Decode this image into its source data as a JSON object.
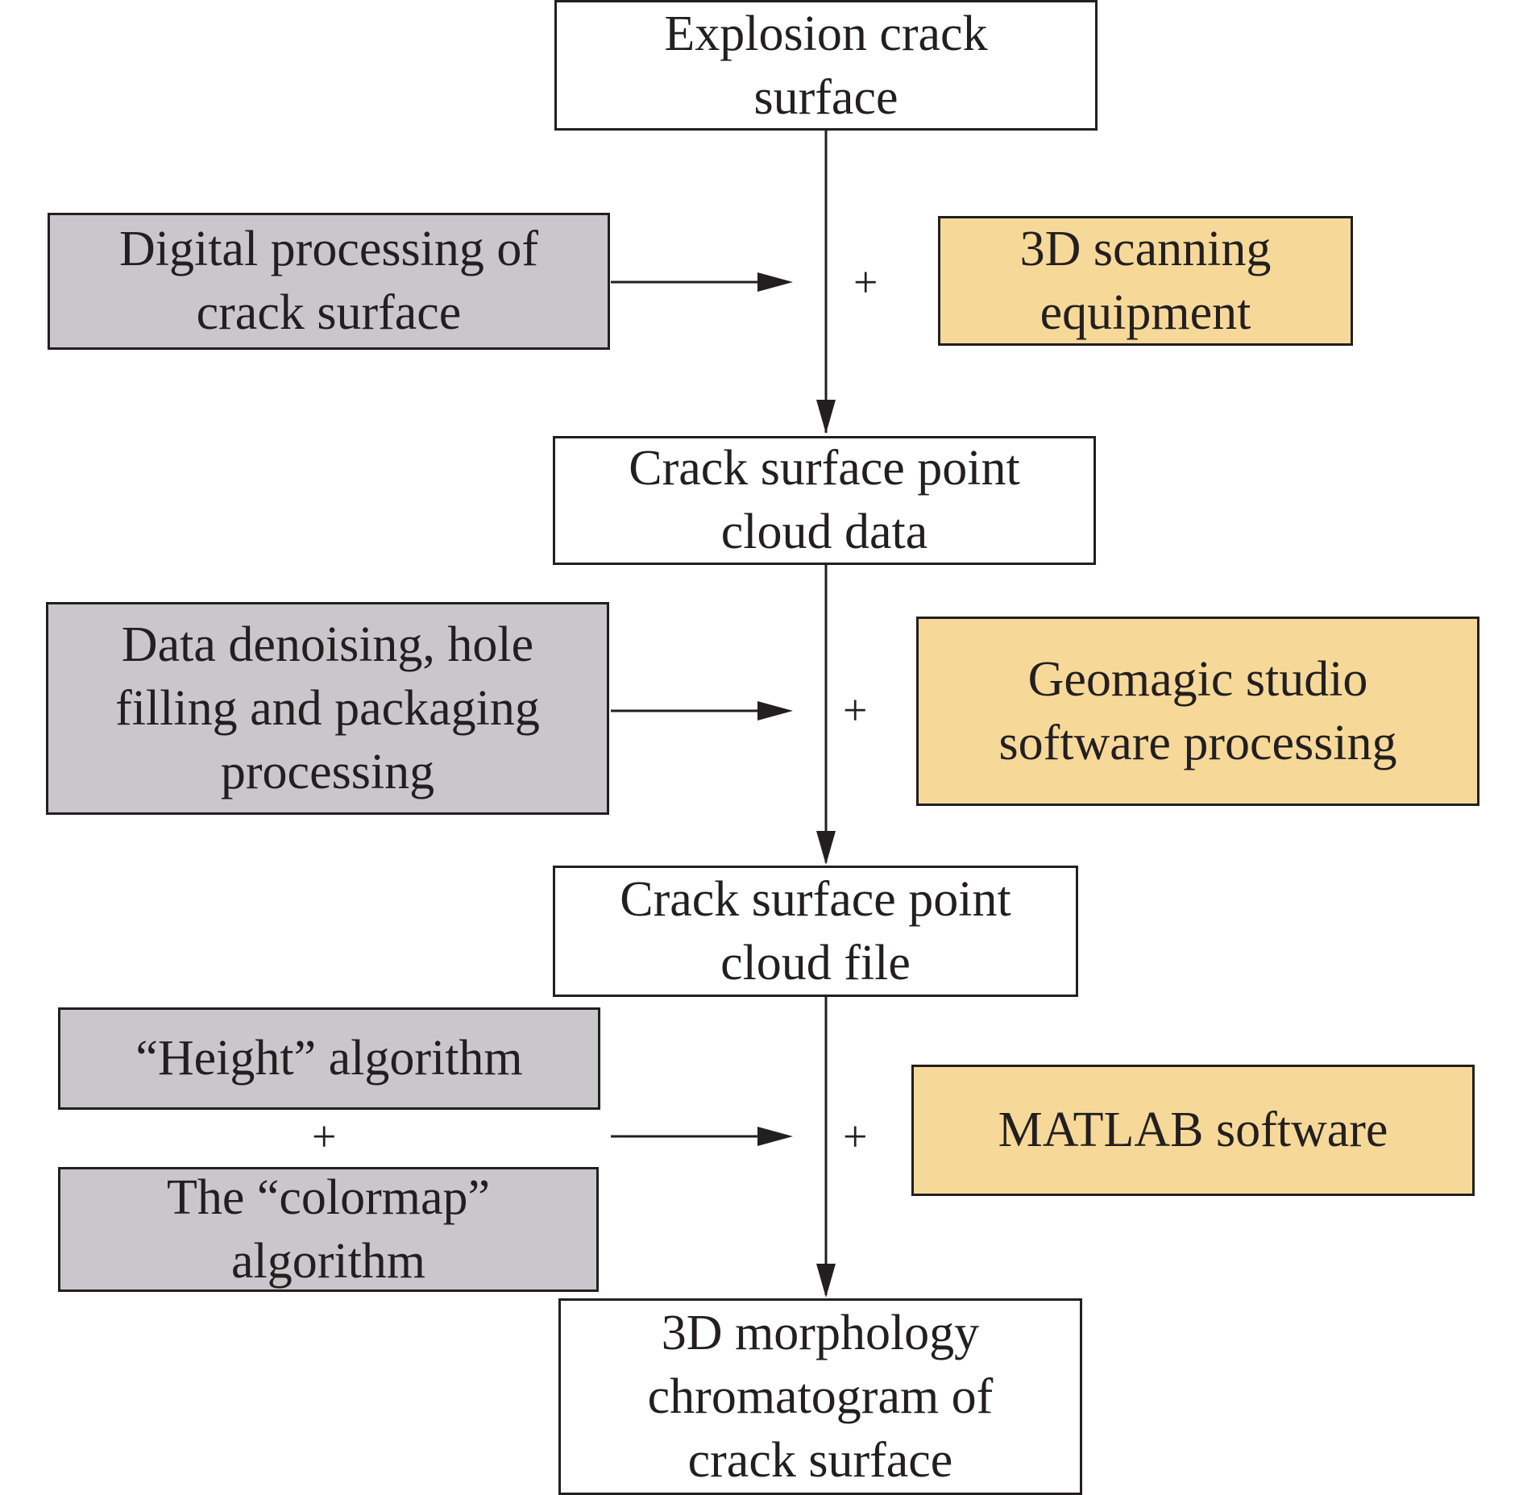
{
  "flow": {
    "explosion": "Explosion crack\nsurface",
    "point_cloud_data": "Crack surface point\ncloud data",
    "point_cloud_file": "Crack surface point\ncloud file",
    "chromatogram": "3D morphology\nchromatogram of\ncrack surface"
  },
  "processes": {
    "digital": "Digital processing of\ncrack surface",
    "denoising": "Data denoising, hole\nfilling and packaging\nprocessing",
    "height": "“Height” algorithm",
    "colormap": "The “colormap”\nalgorithm"
  },
  "tools": {
    "scanner": "3D scanning\nequipment",
    "geomagic": "Geomagic studio\nsoftware processing",
    "matlab": "MATLAB software"
  },
  "plus": "+",
  "colors": {
    "line": "#231f20",
    "process_fill": "#c9c7cb",
    "tool_fill": "#f6d999"
  }
}
